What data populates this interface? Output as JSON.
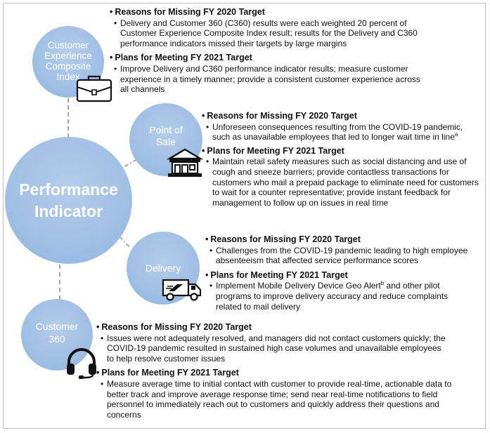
{
  "diagram": {
    "center": {
      "label": "Performance\nIndicator"
    },
    "nodes": [
      {
        "label": "Customer\nExperience\nComposite\nIndex",
        "icon": "briefcase-icon",
        "missing_heading": "Reasons for Missing FY 2020 Target",
        "missing_text": "Delivery and Customer 360 (C360) results were each weighted 20 percent of Customer Experience Composite Index result; results for the Delivery and C360 performance indicators missed their targets by large margins",
        "plans_heading": "Plans for Meeting FY 2021 Target",
        "plans_text": "Improve Delivery and C360 performance indicator results; measure customer experience in a timely manner; provide a consistent customer experience across all channels"
      },
      {
        "label": "Point of\nSale",
        "icon": "post-office-icon",
        "missing_heading": "Reasons for Missing FY 2020 Target",
        "missing_text": "Unforeseen consequences resulting from the COVID-19 pandemic, such as unavailable employees that led to longer wait time in line",
        "missing_sup": "a",
        "plans_heading": "Plans for Meeting FY 2021 Target",
        "plans_text": "Maintain retail safety measures such as social distancing and use of cough and sneeze barriers; provide contactless transactions for customers who mail a prepaid package to eliminate need for customers to wait for a counter representative; provide instant feedback for management to follow up on issues in real time"
      },
      {
        "label": "Delivery",
        "icon": "delivery-truck-icon",
        "missing_heading": "Reasons for Missing FY 2020 Target",
        "missing_text": "Challenges from the COVID-19 pandemic leading to high employee absenteeism that affected service performance scores",
        "plans_heading": "Plans for Meeting FY 2021 Target",
        "plans_text_a": "Implement Mobile Delivery Device Geo Alert",
        "plans_sup": "b",
        "plans_text_b": " and other pilot programs to improve delivery accuracy and reduce complaints related to mail delivery"
      },
      {
        "label": "Customer\n360",
        "icon": "headset-icon",
        "missing_heading": "Reasons for Missing FY 2020 Target",
        "missing_text": "Issues were not adequately resolved, and managers did not contact customers quickly; the COVID-19 pandemic resulted in sustained high case volumes and unavailable employees to help resolve customer issues",
        "plans_heading": "Plans for Meeting FY 2021 Target",
        "plans_text": "Measure average time to initial contact with customer to provide real-time, actionable data to better track and improve average response time; send near real-time notifications to field personnel to immediately reach out to customers and quickly address their questions and concerns"
      }
    ]
  },
  "colors": {
    "circle_fill": "#9cbde3",
    "circle_text": "#ffffff",
    "connector": "#a6a6a6",
    "frame_border": "#bfbfbf"
  }
}
